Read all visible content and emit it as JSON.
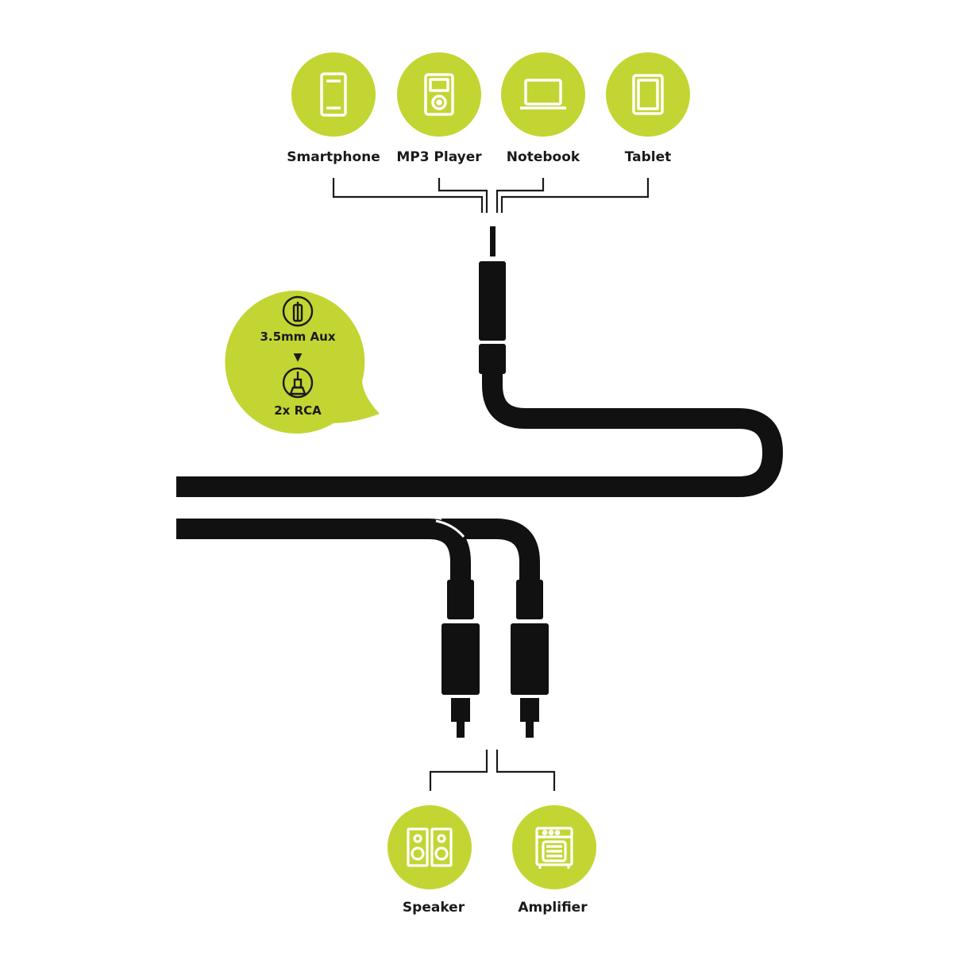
{
  "sources": [
    {
      "label": "Smartphone",
      "icon": "smartphone-icon"
    },
    {
      "label": "MP3 Player",
      "icon": "mp3-player-icon"
    },
    {
      "label": "Notebook",
      "icon": "notebook-icon"
    },
    {
      "label": "Tablet",
      "icon": "tablet-icon"
    }
  ],
  "outputs": [
    {
      "label": "Speaker",
      "icon": "speaker-icon"
    },
    {
      "label": "Amplifier",
      "icon": "amplifier-icon"
    }
  ],
  "bubble": {
    "from_label": "3.5mm Aux",
    "arrow": "▼",
    "to_label": "2x RCA",
    "from_icon": "aux-plug-icon",
    "to_icon": "rca-plug-icon"
  },
  "colors": {
    "accent": "#c3d532",
    "cable": "#111111",
    "background": "#ffffff"
  }
}
